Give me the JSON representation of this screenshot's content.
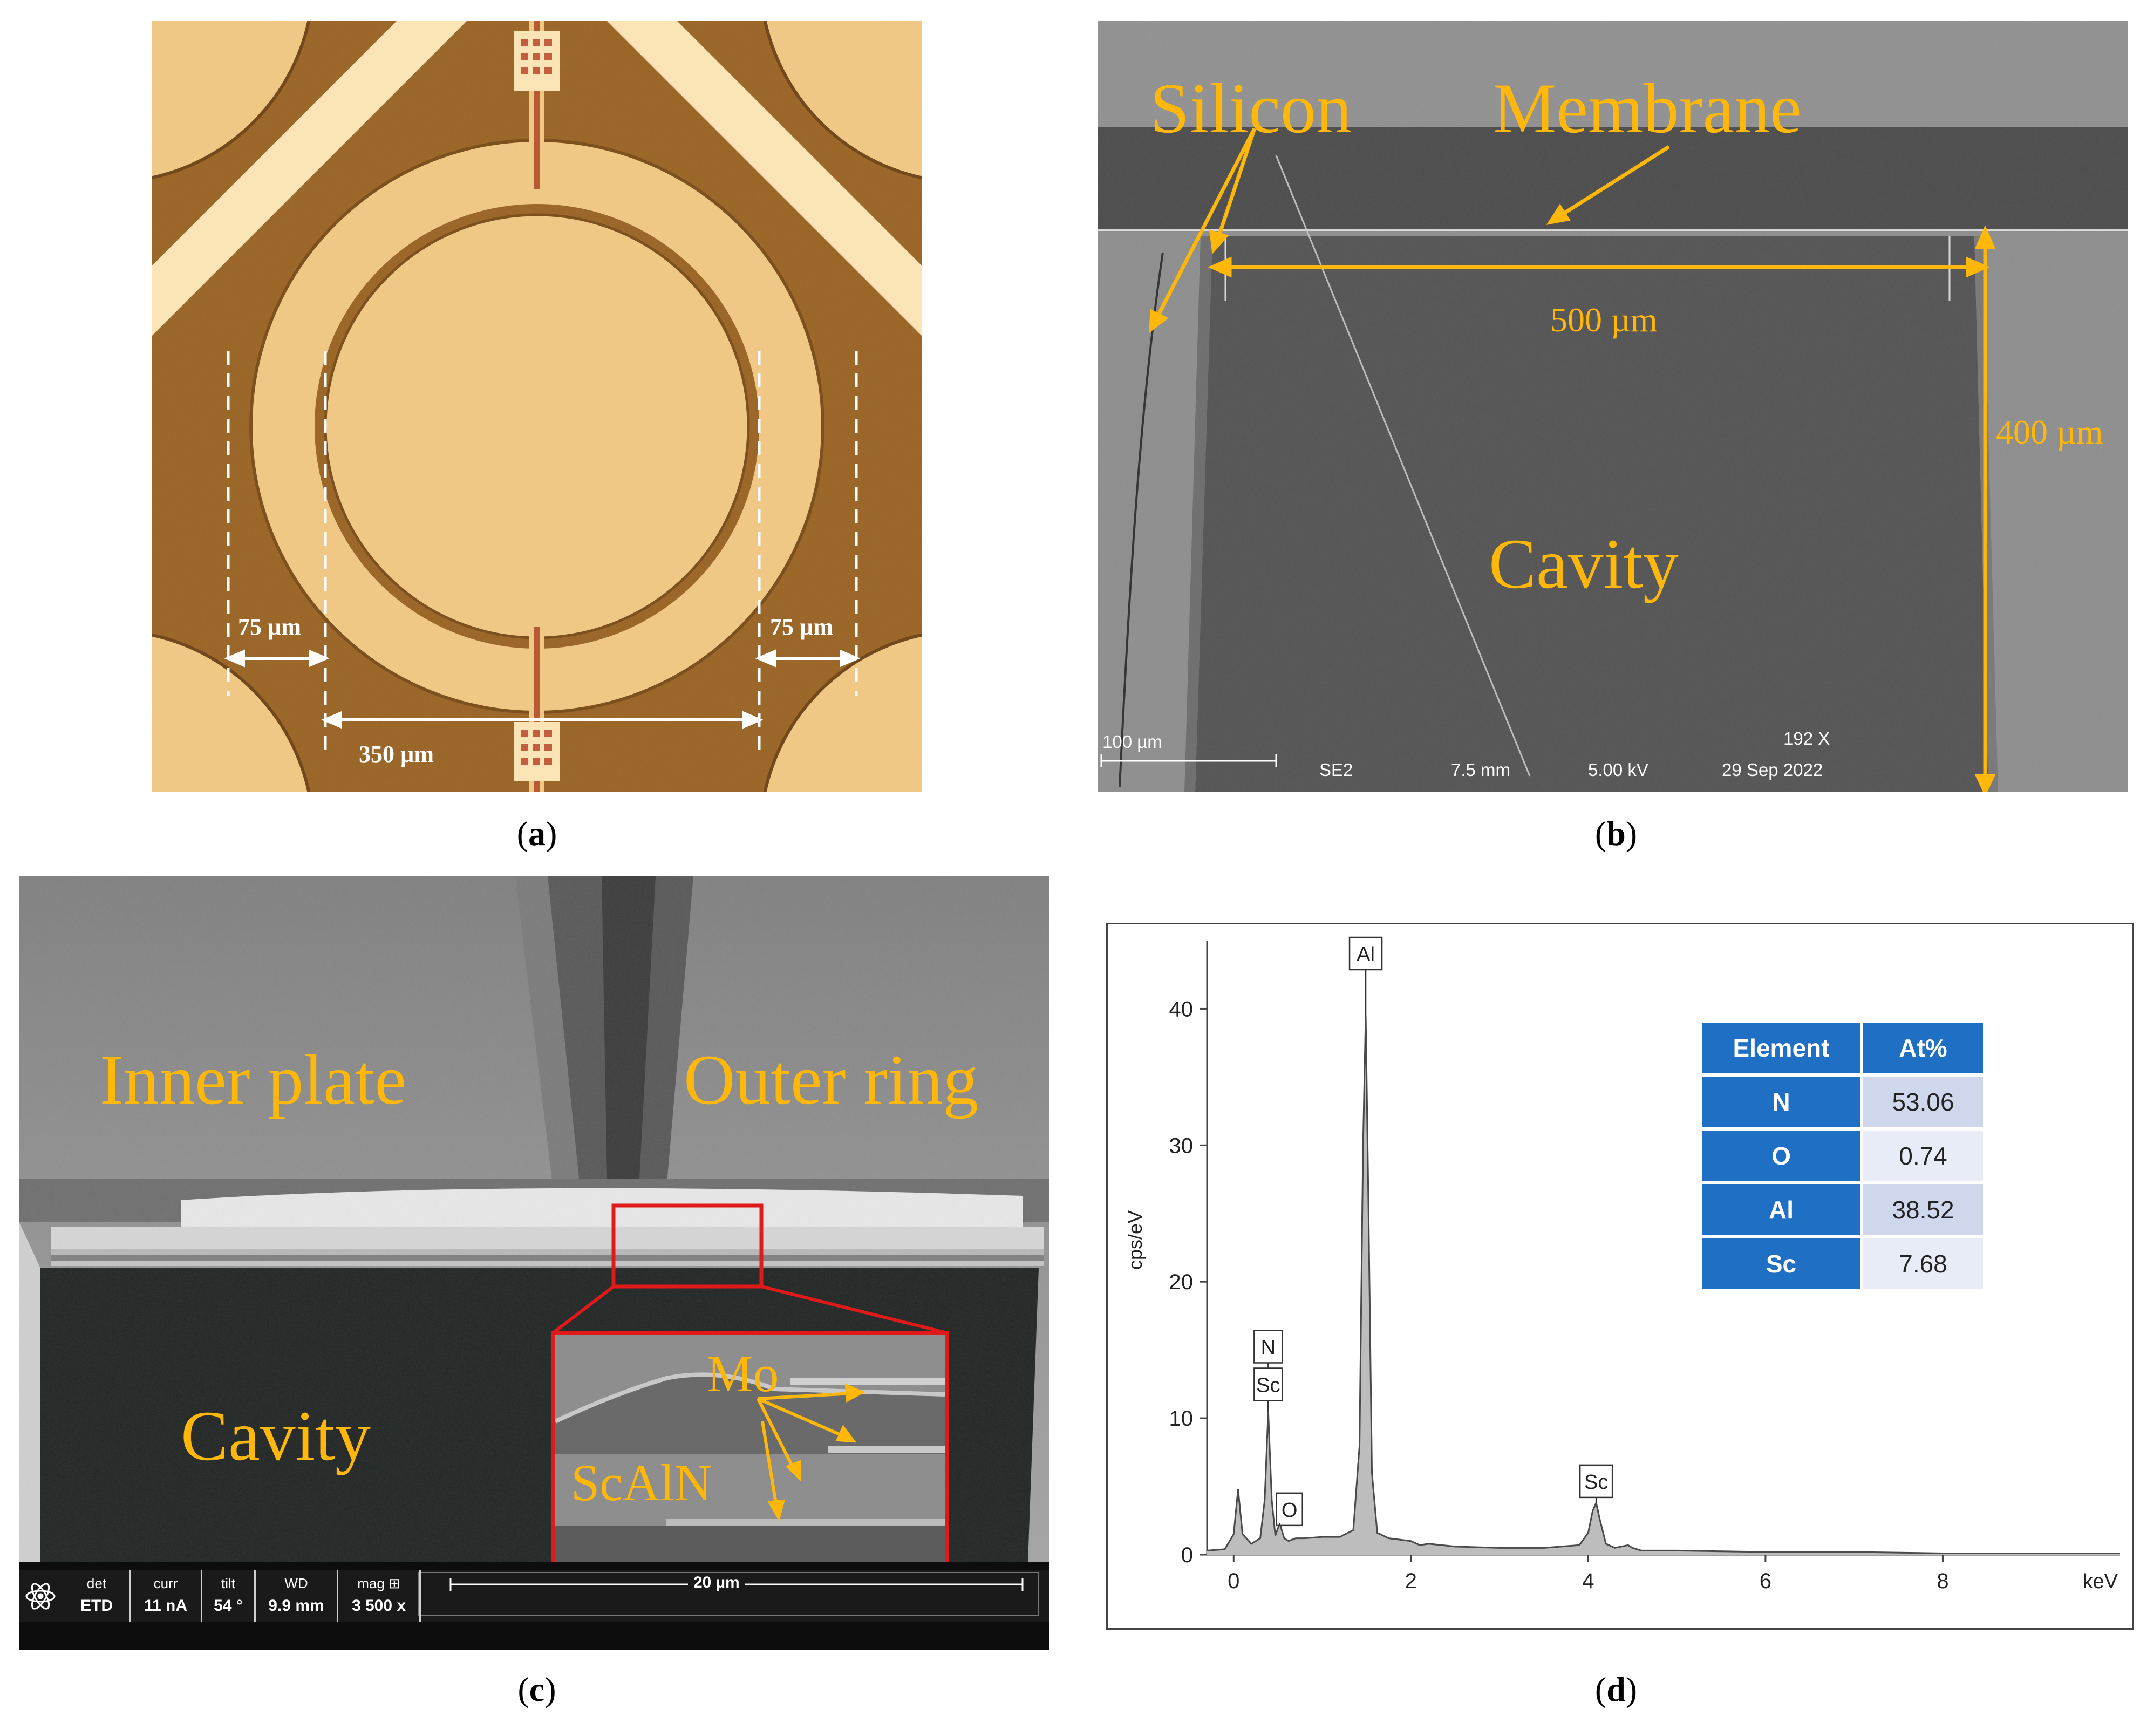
{
  "panel_a": {
    "caption": "a",
    "labels": {
      "left_gap": "75 µm",
      "right_gap": "75 µm",
      "center_width": "350 µm"
    },
    "colors": {
      "dark": "#9a6424",
      "light": "#f2c883",
      "bright": "#fde6b6"
    }
  },
  "panel_b": {
    "caption": "b",
    "labels": {
      "silicon": "Silicon",
      "membrane": "Membrane",
      "width": "500 µm",
      "height": "400 µm",
      "cavity": "Cavity"
    },
    "scalebar": {
      "label": "100 µm",
      "detector": "SE2",
      "wd": "7.5 mm",
      "kv": "5.00 kV",
      "date": "29 Sep 2022",
      "mag": "192 X"
    },
    "colors": {
      "label": "#ffb70a"
    }
  },
  "panel_c": {
    "caption": "c",
    "labels": {
      "inner_plate": "Inner plate",
      "outer_ring": "Outer ring",
      "cavity": "Cavity",
      "mo": "Mo",
      "scaln": "ScAlN"
    },
    "infobar": [
      {
        "key": "det",
        "value": "ETD"
      },
      {
        "key": "curr",
        "value": "11 nA"
      },
      {
        "key": "tilt",
        "value": "54 °"
      },
      {
        "key": "WD",
        "value": "9.9 mm"
      },
      {
        "key": "mag ⊞",
        "value": "3 500 x"
      }
    ],
    "scalebar": "20 µm",
    "colors": {
      "inset_border": "#e01919"
    }
  },
  "panel_d": {
    "caption": "d",
    "chart_data": {
      "type": "line",
      "xlabel": "keV",
      "ylabel": "cps/eV",
      "xlim": [
        -0.3,
        10
      ],
      "ylim": [
        0,
        45
      ],
      "xticks": [
        0,
        2,
        4,
        6,
        8
      ],
      "yticks": [
        0,
        10,
        20,
        30,
        40
      ],
      "series": [
        {
          "x": [
            -0.3,
            -0.1,
            0.0,
            0.05,
            0.1,
            0.2,
            0.3,
            0.35,
            0.39,
            0.43,
            0.47,
            0.52,
            0.57,
            0.62,
            0.7,
            0.8,
            1.0,
            1.2,
            1.35,
            1.42,
            1.46,
            1.49,
            1.52,
            1.56,
            1.62,
            1.75,
            2.0,
            2.1,
            2.2,
            2.5,
            3.0,
            3.5,
            3.9,
            4.0,
            4.05,
            4.09,
            4.13,
            4.2,
            4.3,
            4.45,
            4.5,
            4.6,
            5.0,
            6.0,
            7.0,
            8.0,
            9.0,
            10.0
          ],
          "y": [
            0.3,
            0.4,
            1.5,
            4.8,
            1.5,
            0.8,
            1.2,
            4,
            10.5,
            4,
            1.4,
            2.3,
            1.2,
            1.0,
            1.2,
            1.2,
            1.3,
            1.3,
            1.8,
            8,
            30,
            39.5,
            26,
            6,
            1.6,
            1.2,
            1.0,
            0.7,
            0.8,
            0.6,
            0.5,
            0.5,
            0.7,
            1.6,
            3.2,
            3.8,
            2.6,
            0.8,
            0.5,
            0.7,
            0.5,
            0.3,
            0.3,
            0.2,
            0.2,
            0.1,
            0.1,
            0.1
          ]
        }
      ],
      "annotations": [
        {
          "label": "Al",
          "x": 1.49,
          "y": 39.5
        },
        {
          "label": "N",
          "x": 0.39,
          "y": 10.5
        },
        {
          "label": "Sc",
          "x": 0.39,
          "y": 10.5
        },
        {
          "label": "O",
          "x": 0.52,
          "y": 2.3
        },
        {
          "label": "Sc",
          "x": 4.09,
          "y": 3.8
        }
      ],
      "grid": false
    },
    "table": {
      "headers": [
        "Element",
        "At%"
      ],
      "rows": [
        {
          "element": "N",
          "value": "53.06"
        },
        {
          "element": "O",
          "value": "0.74"
        },
        {
          "element": "Al",
          "value": "38.52"
        },
        {
          "element": "Sc",
          "value": "7.68"
        }
      ]
    }
  }
}
